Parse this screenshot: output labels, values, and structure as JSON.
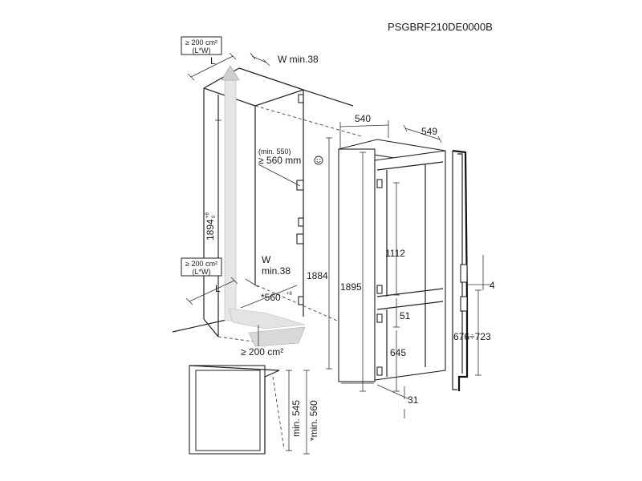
{
  "model_code": "PSGBRF210DE0000B",
  "labels": {
    "vent_top_area": "≥ 200 cm²",
    "vent_top_formula": "(L*W)",
    "vent_mid_area": "≥ 200 cm²",
    "vent_mid_formula": "(L*W)",
    "L_top": "L",
    "L_mid": "L",
    "W_top": "W min.38",
    "W_mid_line1": "W",
    "W_mid_line2": "min.38",
    "min550": "(min. 550)",
    "min560": "≥ 560 mm",
    "niche_height": "1894",
    "niche_height_tol": "+8",
    "niche_height_tol_sub": "0",
    "niche_width": "*560",
    "niche_width_tol": "+8",
    "bottom_vent": "≥ 200 cm²",
    "appliance_height": "1884",
    "appliance_height_total": "1895",
    "appliance_depth": "549",
    "appliance_width": "540",
    "upper_door": "1112",
    "gap_51": "51",
    "lower_door": "645",
    "bottom_31": "31",
    "dim_4": "4",
    "door_range": "676÷723",
    "section_min545": "min. 545",
    "section_min560": "*min. 560"
  },
  "icons": {
    "smiley": "smiley-icon",
    "airflow_arrow": "airflow-arrow-icon"
  }
}
